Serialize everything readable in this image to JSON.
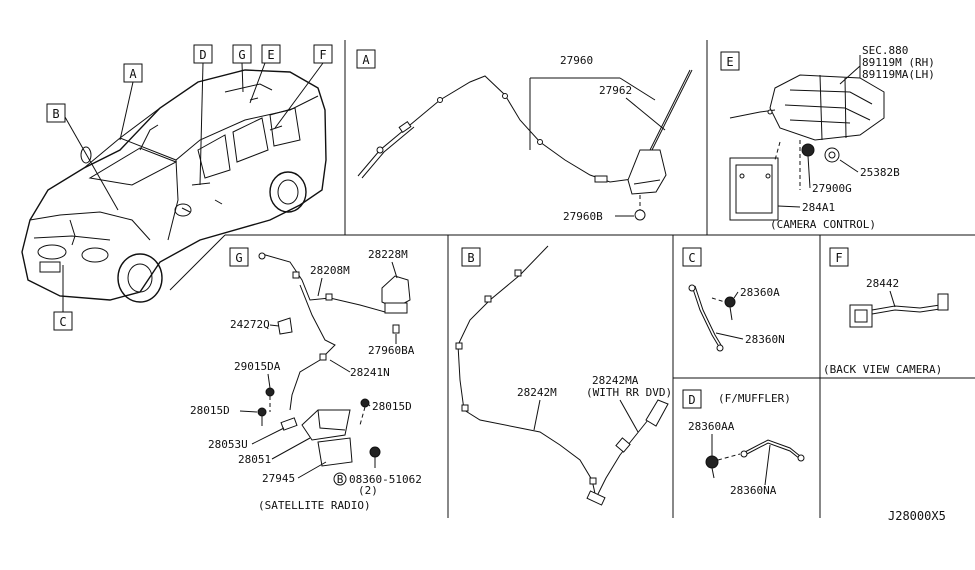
{
  "diagram_code": "J28000X5",
  "vehicle": {
    "callouts": [
      "A",
      "B",
      "C",
      "D",
      "E",
      "F",
      "G"
    ]
  },
  "panels": {
    "A": {
      "letter": "A",
      "parts": [
        "27960",
        "27962",
        "27960B"
      ]
    },
    "E": {
      "letter": "E",
      "parts": [
        "SEC.880",
        "89119M (RH)",
        "89119MA(LH)",
        "25382B",
        "27900G",
        "284A1"
      ],
      "caption": "(CAMERA CONTROL)"
    },
    "G": {
      "letter": "G",
      "parts": [
        "28228M",
        "28208M",
        "24272Q",
        "27960BA",
        "29015DA",
        "28241N",
        "28015D",
        "28015D",
        "28053U",
        "28051",
        "27945",
        "08360-51062",
        "(2)"
      ],
      "bolt_marker": "B",
      "caption": "(SATELLITE RADIO)"
    },
    "B": {
      "letter": "B",
      "parts": [
        "28242MA",
        "(WITH RR DVD)",
        "28242M"
      ]
    },
    "C": {
      "letter": "C",
      "parts": [
        "28360A",
        "28360N"
      ]
    },
    "F": {
      "letter": "F",
      "parts": [
        "28442"
      ],
      "caption": "(BACK VIEW CAMERA)"
    },
    "D": {
      "letter": "D",
      "header": "(F/MUFFLER)",
      "parts": [
        "28360AA",
        "28360NA"
      ]
    }
  }
}
